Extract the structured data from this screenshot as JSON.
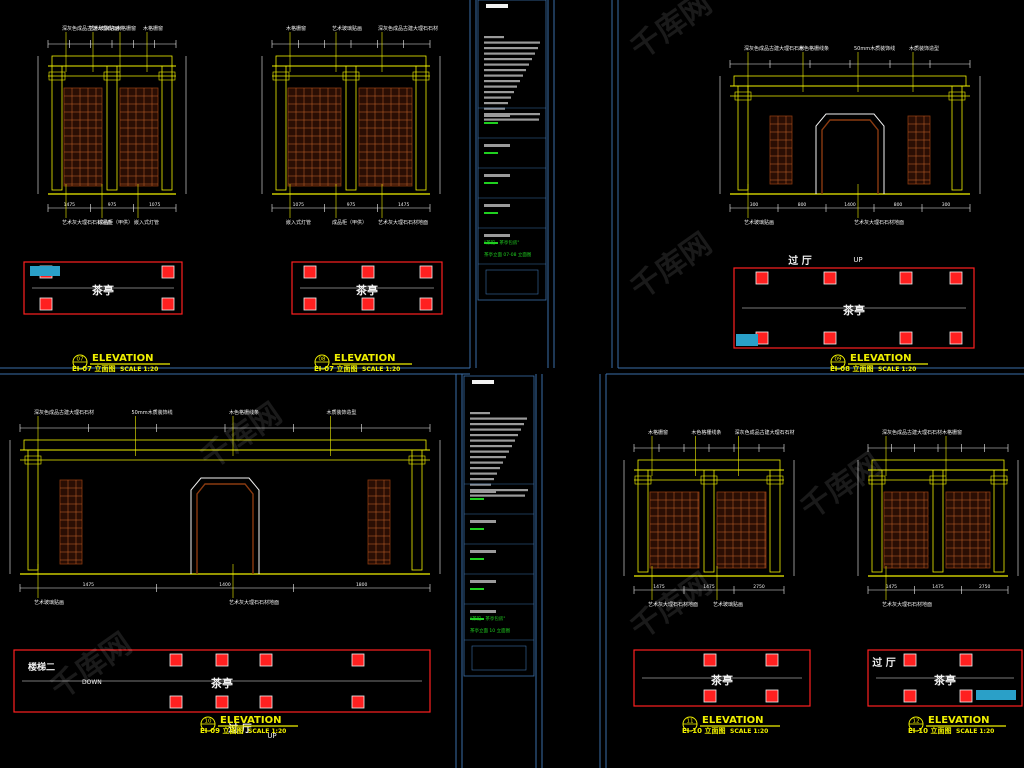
{
  "colors": {
    "background": "#000000",
    "frame": "#3a6ea8",
    "yellow": "#f0f000",
    "white": "#f2f2f2",
    "red": "#ff2020",
    "brown": "#8a3a10",
    "orange": "#c8642a",
    "cyan": "#2aa0c8",
    "green": "#20d020",
    "gray": "#9a9a9a"
  },
  "drawings": [
    {
      "id": "p07",
      "number": "07",
      "title": "ELEVATION",
      "code": "EI-07 立面图",
      "scale": "SCALE 1:20",
      "plan_label": "茶亭",
      "callouts_top": [
        "深灰色成品古建大理石石材",
        "艺术玻璃贴画",
        "木格栅窗",
        "木格栅窗"
      ],
      "callouts_bottom": [
        "艺术灰大理石石材地面",
        "成品柜（甲供）",
        "嵌入式灯管"
      ],
      "dims": [
        "1475",
        "975",
        "1075"
      ]
    },
    {
      "id": "p08",
      "number": "08",
      "title": "ELEVATION",
      "code": "EI-07 立面图",
      "scale": "SCALE 1:20",
      "plan_label": "茶亭",
      "callouts_top": [
        "木格栅窗",
        "艺术玻璃贴画",
        "深灰色成品古建大理石石材"
      ],
      "callouts_bottom": [
        "嵌入式灯管",
        "成品柜（甲供）",
        "艺术灰大理石石材地面"
      ],
      "dims": [
        "1075",
        "975",
        "1475"
      ]
    },
    {
      "id": "p09",
      "number": "09",
      "title": "ELEVATION",
      "code": "EI-08 立面图",
      "scale": "SCALE 1:20",
      "plan_label": "茶亭",
      "plan_label_2": "过 厅",
      "plan_label_3": "UP",
      "callouts_top": [
        "深灰色成品古建大理石石材",
        "木色格栅线条",
        "50mm木质装饰线",
        "木质装饰造型"
      ],
      "callouts_bottom": [
        "艺术玻璃贴画",
        "艺术灰大理石石材地面"
      ],
      "dims": [
        "300",
        "800",
        "1400",
        "800",
        "300"
      ]
    },
    {
      "id": "p10",
      "number": "10",
      "title": "ELEVATION",
      "code": "EI-09 立面图",
      "scale": "SCALE 1:20",
      "plan_label": "茶亭",
      "plan_label_2": "过 厅",
      "plan_label_3": "UP",
      "plan_label_4": "楼梯二",
      "plan_label_5": "DOWN",
      "callouts_top": [
        "深灰色成品古建大理石石材",
        "50mm木质装饰线",
        "木色格栅线条",
        "木质装饰造型"
      ],
      "callouts_bottom": [
        "艺术玻璃贴画",
        "艺术灰大理石石材地面"
      ],
      "dims": [
        "1475",
        "1400",
        "1800"
      ]
    },
    {
      "id": "p11",
      "number": "11",
      "title": "ELEVATION",
      "code": "EI-10 立面图",
      "scale": "SCALE 1:20",
      "plan_label": "茶亭",
      "callouts_top": [
        "木格栅窗",
        "木色格栅线条",
        "深灰色成品古建大理石石材"
      ],
      "callouts_bottom": [
        "艺术灰大理石石材地面",
        "艺术玻璃贴画"
      ],
      "dims": [
        "1475",
        "1475",
        "2750"
      ]
    },
    {
      "id": "p12",
      "number": "12",
      "title": "ELEVATION",
      "code": "EI-10 立面图",
      "scale": "SCALE 1:20",
      "plan_label": "茶亭",
      "plan_label_2": "过 厅",
      "callouts_top": [
        "深灰色成品古建大理石石材",
        "木格栅窗"
      ],
      "callouts_bottom": [
        "艺术灰大理石石材地面"
      ],
      "dims": [
        "1475",
        "1475",
        "2750"
      ]
    }
  ],
  "title_blocks": [
    {
      "id": "tb1",
      "project": "\"茶馆 · 茶亭包房\"",
      "sheet": "茶亭立面 07-08 立面图"
    },
    {
      "id": "tb2",
      "project": "\"茶馆 · 茶亭包房\"",
      "sheet": "茶亭立面 10 立面图"
    }
  ],
  "watermark": "千库网"
}
